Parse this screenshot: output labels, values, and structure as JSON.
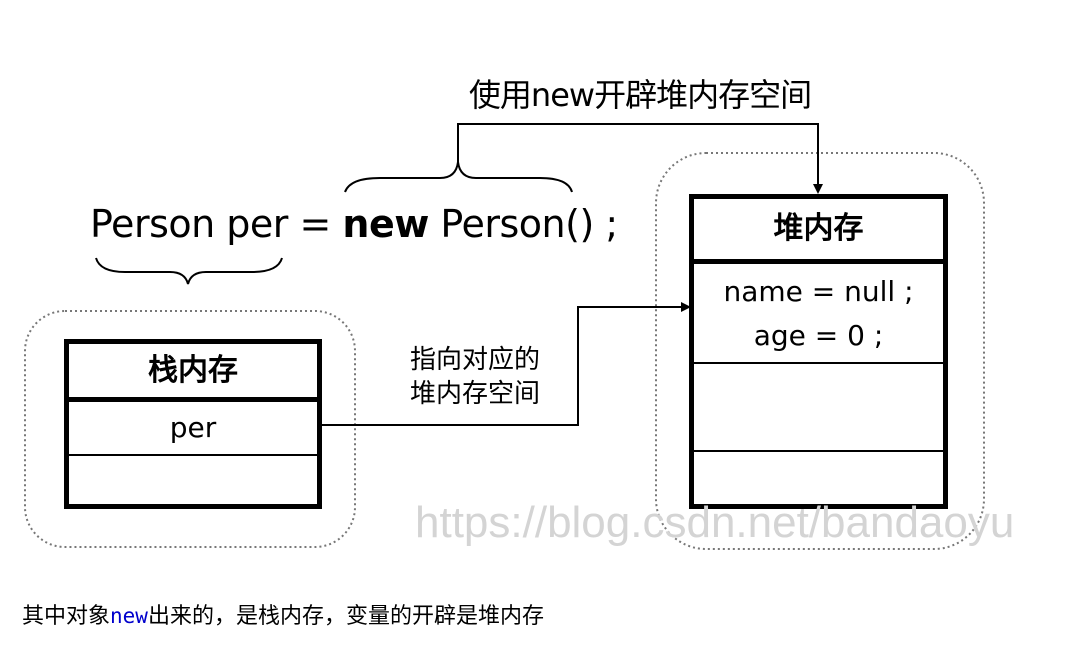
{
  "diagram": {
    "top_label": "使用new开辟堆内存空间",
    "code": {
      "part1": "Person per = ",
      "keyword": "new",
      "part2": " Person() ;"
    },
    "stack": {
      "title": "栈内存",
      "rows": [
        "per",
        ""
      ]
    },
    "heap": {
      "title": "堆内存",
      "fields": [
        "name = null ;",
        "age = 0 ;"
      ]
    },
    "pointer_label": {
      "line1": "指向对应的",
      "line2": "堆内存空间"
    },
    "watermark": "https://blog.csdn.net/bandaoyu"
  },
  "caption": {
    "before": "其中对象",
    "highlight": "new",
    "after": "出来的，是栈内存，变量的开辟是堆内存"
  }
}
